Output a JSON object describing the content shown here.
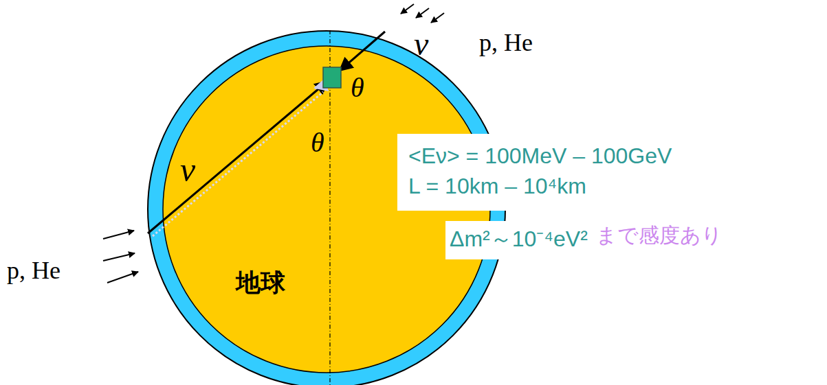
{
  "diagram": {
    "nodes": [
      {
        "text": [
          "地球"
        ]
      },
      {
        "text": [
          "<Eν> = 100MeV – 100GeV",
          "L = 10km – 10⁴km"
        ]
      },
      {
        "text": [
          "Δm²～10⁻⁴eV²"
        ]
      }
    ],
    "labels": [
      "p, He",
      "p, He",
      "ν",
      "ν",
      "θ",
      "θ",
      "まで感度あり"
    ]
  }
}
